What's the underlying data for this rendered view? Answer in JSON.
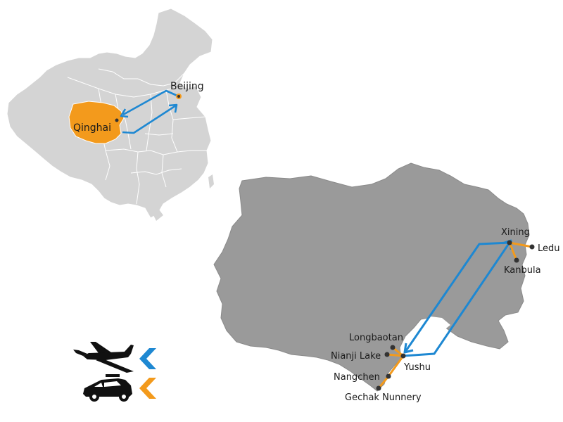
{
  "colors": {
    "land": "#d4d4d4",
    "land_dark": "#9a9a9a",
    "border": "#ffffff",
    "highlight": "#f39a1c",
    "flight": "#1e88d2",
    "drive": "#f39a1c",
    "dot": "#333333"
  },
  "china_map": {
    "province_label": "Qinghai",
    "capital_label": "Beijing"
  },
  "qinghai_map": {
    "places": {
      "xining": "Xining",
      "ledu": "Ledu",
      "kanbula": "Kanbula",
      "longbaotan": "Longbaotan",
      "nianji_lake": "Nianji Lake",
      "yushu": "Yushu",
      "nangchen": "Nangchen",
      "gechak": "Gechak Nunnery"
    }
  },
  "legend": [
    {
      "icon": "airplane-icon",
      "route": "flight",
      "color": "#1e88d2"
    },
    {
      "icon": "car-icon",
      "route": "drive",
      "color": "#f39a1c"
    }
  ]
}
